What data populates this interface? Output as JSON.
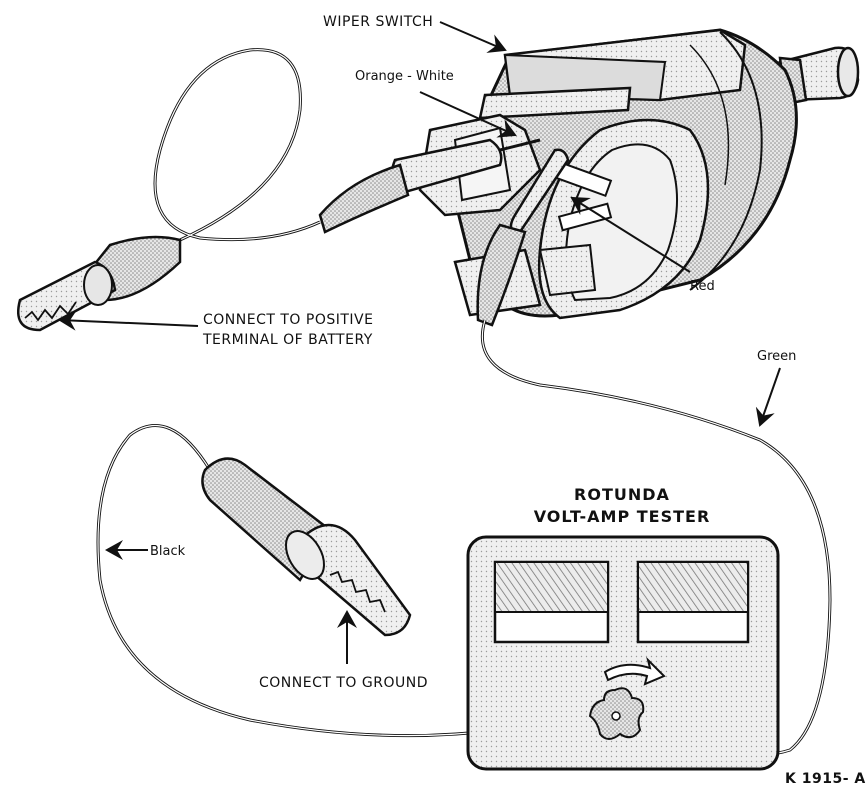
{
  "labels": {
    "wiper_switch": "WIPER SWITCH",
    "orange_white": "Orange - White",
    "red": "Red",
    "green": "Green",
    "black": "Black",
    "connect_positive_line1": "CONNECT TO POSITIVE",
    "connect_positive_line2": "TERMINAL OF BATTERY",
    "connect_ground": "CONNECT TO GROUND",
    "tester_line1": "ROTUNDA",
    "tester_line2": "VOLT-AMP TESTER",
    "figure_id": "K 1915- A"
  },
  "colors": {
    "ink": "#111111",
    "shade": "#c8c8c8",
    "shade_dark": "#9a9a9a",
    "body_fill": "#d9d9d9",
    "background": "#ffffff"
  },
  "icons": {
    "arrow": "curved-arrow-icon",
    "knob": "knob-icon"
  }
}
